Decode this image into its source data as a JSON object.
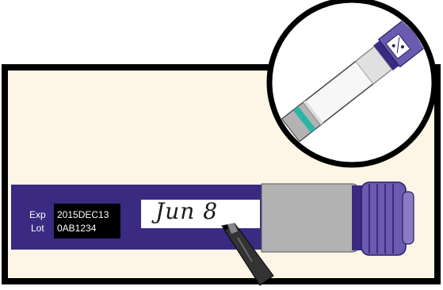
{
  "pen_label": {
    "exp_label": "Exp",
    "exp_value": "2015DEC13",
    "lot_label": "Lot",
    "lot_value": "0AB1234"
  },
  "handwritten_date": "Jun 8",
  "colors": {
    "pen_body": "#3a2a82",
    "pen_cap": "#6b5bb0",
    "background_panel": "#fdf6e6",
    "frame": "#000000",
    "window_stripe": "#2bb5a8",
    "grey_section": "#b3b3b3"
  },
  "icons": [
    "pen-icon",
    "marker-icon",
    "magnifier-inset-icon"
  ]
}
